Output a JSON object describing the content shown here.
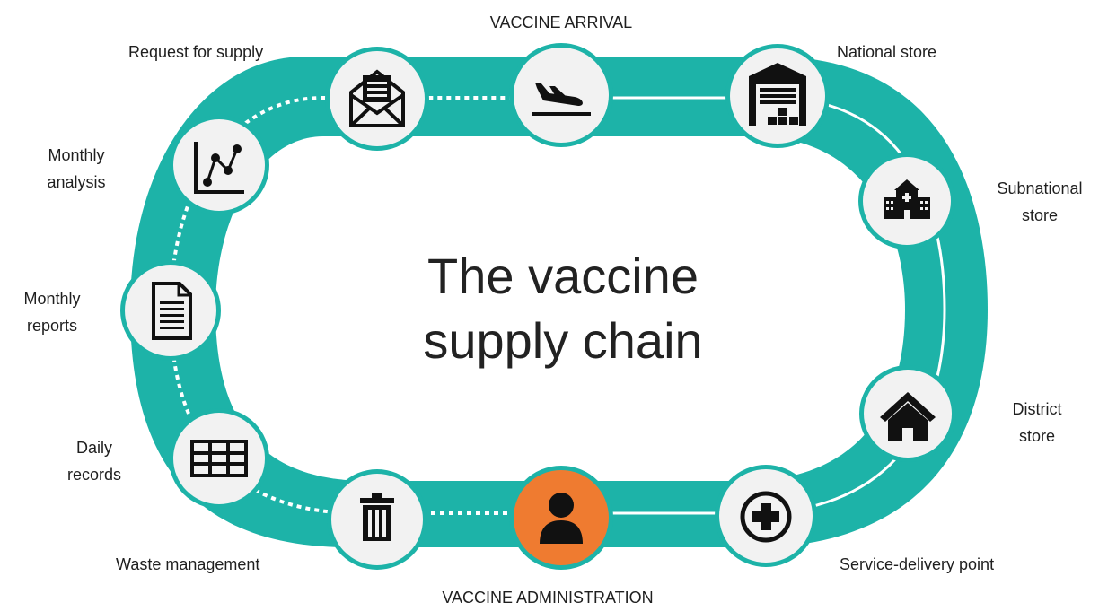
{
  "title": {
    "line1": "The vaccine",
    "line2": "supply chain"
  },
  "colors": {
    "track": "#1db3a8",
    "node_fill": "#f2f2f2",
    "node_ring": "#1db3a8",
    "active_node": "#ef7b30",
    "icon": "#111111",
    "dash": "#ffffff"
  },
  "top_label": "VACCINE ARRIVAL",
  "bottom_label": "VACCINE ADMINISTRATION",
  "nodes": [
    {
      "id": "arrival",
      "icon": "airplane-landing-icon",
      "lines": []
    },
    {
      "id": "national",
      "icon": "warehouse-icon",
      "lines": [
        "National store"
      ]
    },
    {
      "id": "subnational",
      "icon": "building-icon",
      "lines": [
        "Subnational",
        "store"
      ]
    },
    {
      "id": "district",
      "icon": "house-icon",
      "lines": [
        "District",
        "store"
      ]
    },
    {
      "id": "service",
      "icon": "medical-cross-icon",
      "lines": [
        "Service-delivery point"
      ]
    },
    {
      "id": "administration",
      "icon": "person-icon",
      "lines": []
    },
    {
      "id": "waste",
      "icon": "trash-can-icon",
      "lines": [
        "Waste management"
      ]
    },
    {
      "id": "daily",
      "icon": "table-grid-icon",
      "lines": [
        "Daily",
        "records"
      ]
    },
    {
      "id": "reports",
      "icon": "document-icon",
      "lines": [
        "Monthly",
        "reports"
      ]
    },
    {
      "id": "analysis",
      "icon": "line-chart-icon",
      "lines": [
        "Monthly",
        "analysis"
      ]
    },
    {
      "id": "request",
      "icon": "open-envelope-icon",
      "lines": [
        "Request for supply"
      ]
    }
  ]
}
